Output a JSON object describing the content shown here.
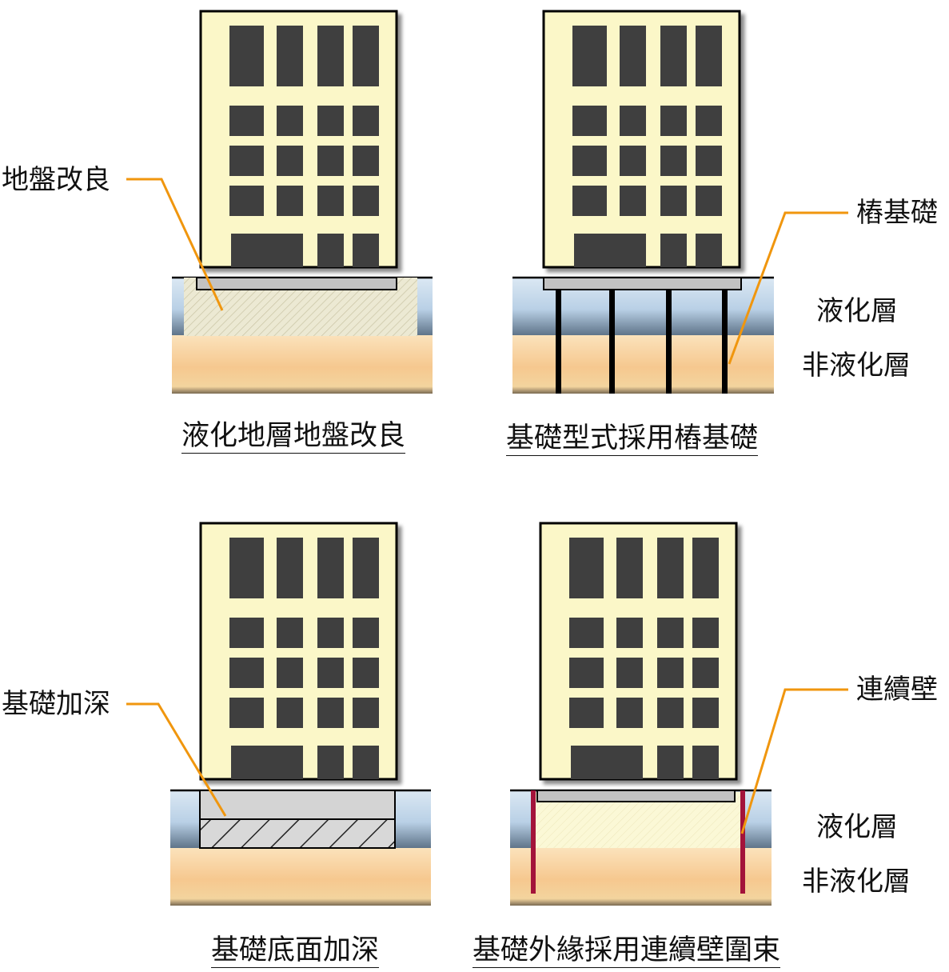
{
  "panels": [
    {
      "id": "ground-improvement",
      "caption": "液化地層地盤改良",
      "callout": "地盤改良"
    },
    {
      "id": "pile-foundation",
      "caption": "基礎型式採用樁基礎",
      "callout": "樁基礎"
    },
    {
      "id": "deepened-foundation",
      "caption": "基礎底面加深",
      "callout": "基礎加深"
    },
    {
      "id": "diaphragm-wall",
      "caption": "基礎外緣採用連續壁圍束",
      "callout": "連續壁"
    }
  ],
  "layers": {
    "liquefiable": "液化層",
    "non_liquefiable": "非液化層"
  },
  "colors": {
    "building_fill": "#fbf7c8",
    "window": "#3f3f3f",
    "liquefiable_layer": "#b8d0e6",
    "non_liquefiable_layer": "#f8cf98",
    "improved_ground": "#ece9d2",
    "callout_line": "#f0960e",
    "diaphragm_wall": "#a3133a",
    "pile": "#000000"
  }
}
